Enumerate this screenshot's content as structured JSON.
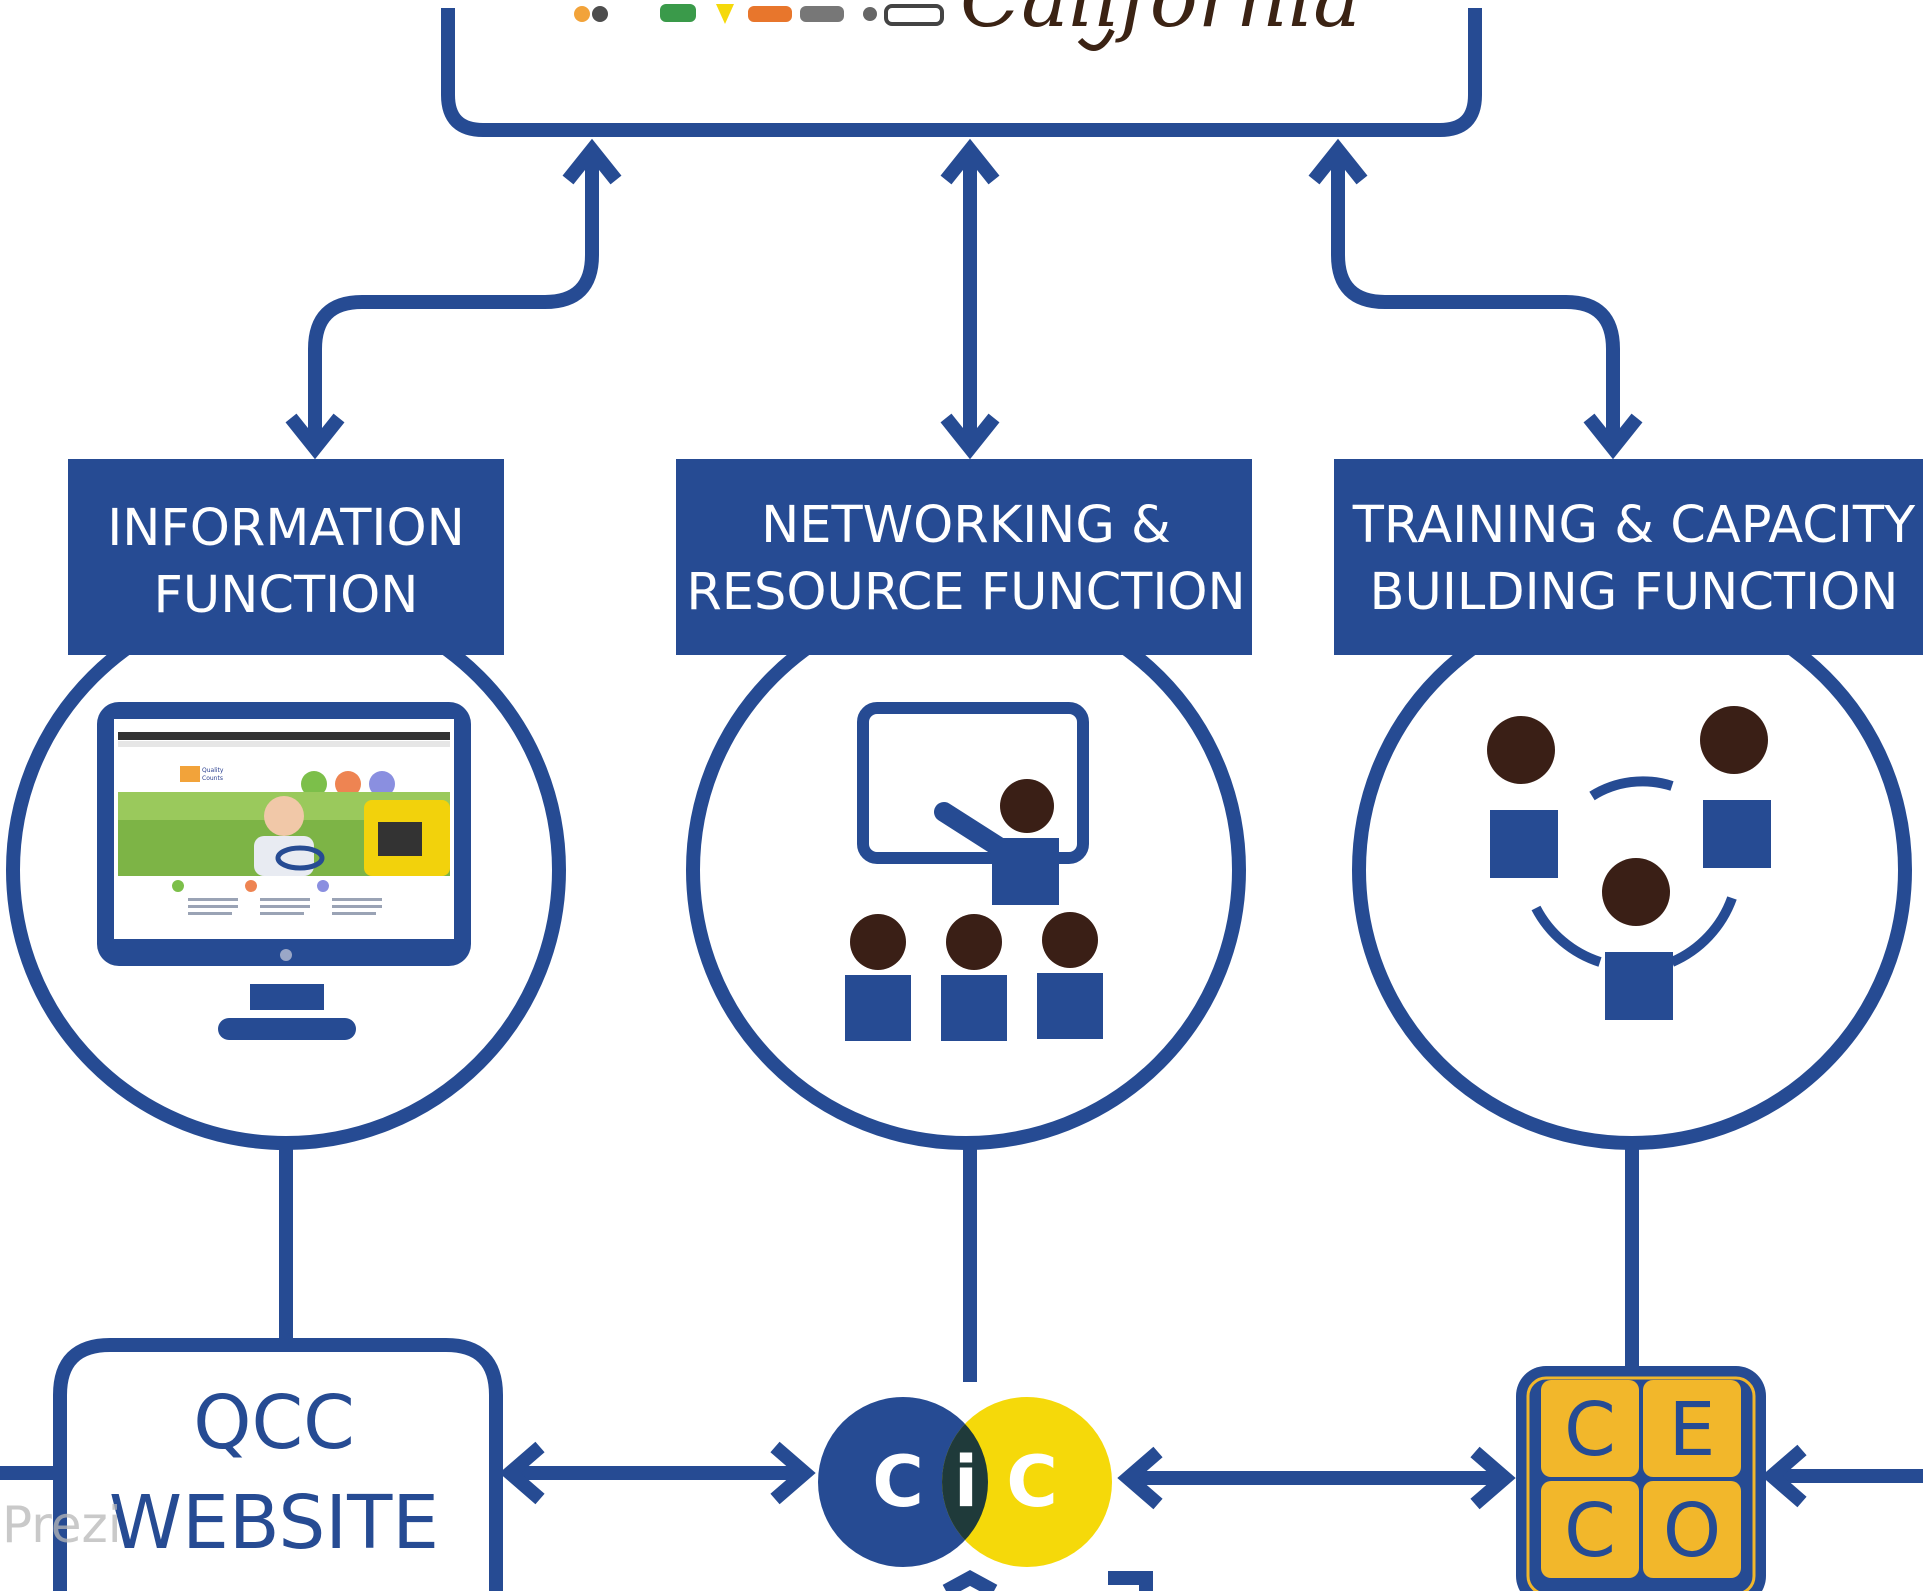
{
  "colors": {
    "primary": "#264b93",
    "person_head": "#3a1f16",
    "cic_yellow": "#f5d90a",
    "cic_overlap": "#1f3a3a",
    "ceco_tile": "#f2b72b",
    "white": "#ffffff"
  },
  "top_box": {
    "brand_text": "California"
  },
  "functions": [
    {
      "line1": "INFORMATION",
      "line2": "FUNCTION",
      "icon": "computer-monitor-icon"
    },
    {
      "line1": "NETWORKING &",
      "line2": "RESOURCE FUNCTION",
      "icon": "presentation-audience-icon"
    },
    {
      "line1": "TRAINING & CAPACITY",
      "line2": "BUILDING FUNCTION",
      "icon": "group-collaboration-icon"
    }
  ],
  "bottom": {
    "website_line1": "QCC",
    "website_line2": "WEBSITE",
    "cic_letters": [
      "C",
      "i",
      "C"
    ],
    "ceco_letters": [
      "C",
      "E",
      "C",
      "O"
    ]
  },
  "screen": {
    "site_name_line1": "Quality",
    "site_name_line2": "Counts"
  },
  "watermark": "Prezi"
}
